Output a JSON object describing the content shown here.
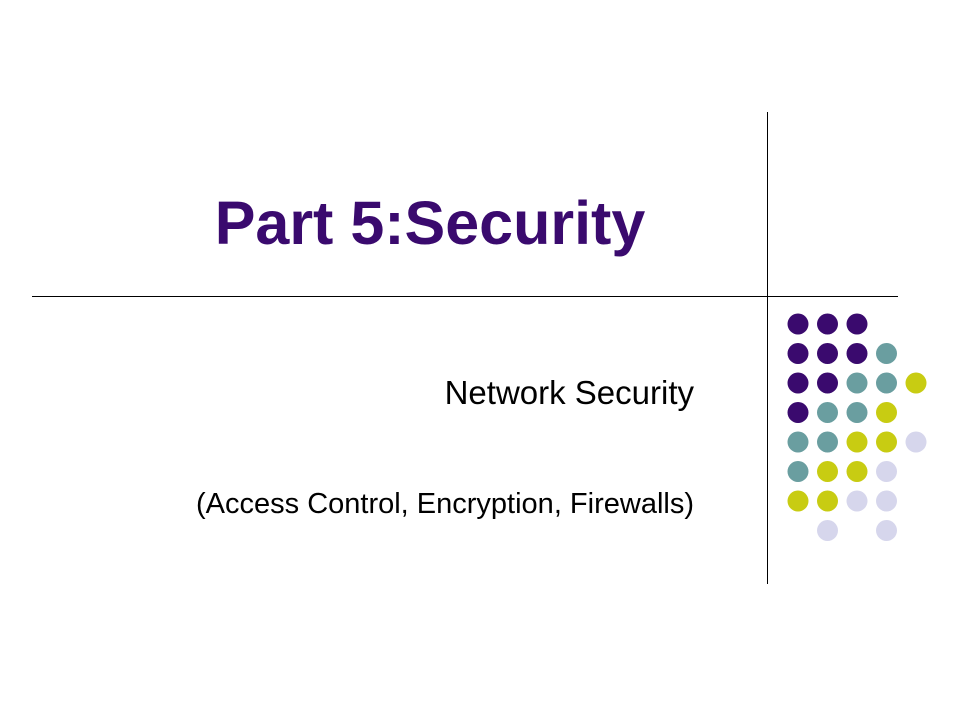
{
  "slide": {
    "title": "Part 5:Security",
    "subtitle_line1": "Network Security",
    "subtitle_line2": "(Access Control, Encryption, Firewalls)"
  },
  "colors": {
    "purple": "#3a0a6e",
    "teal": "#6a9ea0",
    "lime": "#c8cc12",
    "lavender": "#d6d6ec"
  },
  "decoration": {
    "dot_rows": [
      [
        "purple",
        "purple",
        "purple",
        null,
        null
      ],
      [
        "purple",
        "purple",
        "purple",
        "teal",
        null
      ],
      [
        "purple",
        "purple",
        "teal",
        "teal",
        "lime"
      ],
      [
        "purple",
        "teal",
        "teal",
        "lime",
        null
      ],
      [
        "teal",
        "teal",
        "lime",
        "lime",
        "lavender"
      ],
      [
        "teal",
        "lime",
        "lime",
        "lavender",
        null
      ],
      [
        "lime",
        "lime",
        "lavender",
        "lavender",
        null
      ],
      [
        null,
        "lavender",
        null,
        "lavender",
        null
      ]
    ]
  }
}
